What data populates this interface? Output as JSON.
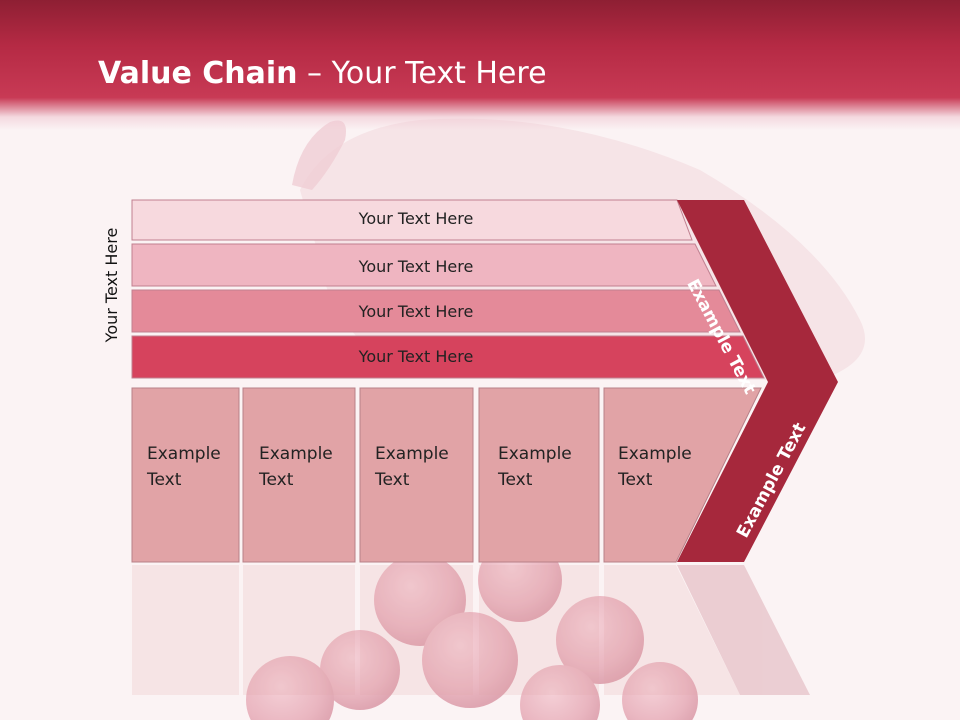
{
  "title": {
    "bold": "Value Chain",
    "rest": " – Your Text Here"
  },
  "side_label": "Your Text Here",
  "rows": [
    {
      "label": "Your Text Here",
      "color": "#f7d9de"
    },
    {
      "label": "Your Text Here",
      "color": "#efb5c1"
    },
    {
      "label": "Your Text Here",
      "color": "#e48a99"
    },
    {
      "label": "Your Text Here",
      "color": "#d6435d"
    }
  ],
  "columns": [
    {
      "line1": "Example",
      "line2": "Text"
    },
    {
      "line1": "Example",
      "line2": "Text"
    },
    {
      "line1": "Example",
      "line2": "Text"
    },
    {
      "line1": "Example",
      "line2": "Text"
    },
    {
      "line1": "Example",
      "line2": "Text"
    }
  ],
  "arrow": {
    "upper_label": "Example Text",
    "lower_label": "Example Text",
    "color": "#a6283c"
  },
  "column_color": "#e1a3a6"
}
